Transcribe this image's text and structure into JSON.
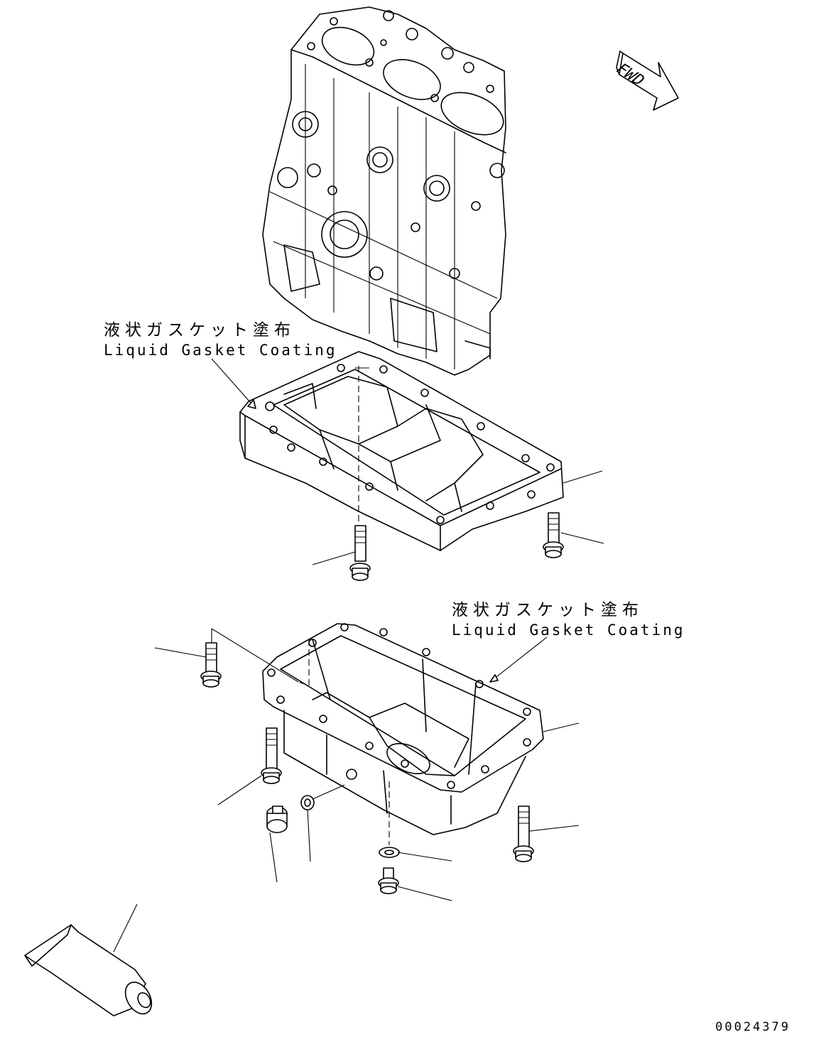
{
  "annotations": {
    "upper": {
      "ja": "液状ガスケット塗布",
      "en": "Liquid Gasket Coating"
    },
    "lower": {
      "ja": "液状ガスケット塗布",
      "en": "Liquid Gasket Coating"
    }
  },
  "fwd_arrow_label": "FWD",
  "drawing_number": "00024379"
}
